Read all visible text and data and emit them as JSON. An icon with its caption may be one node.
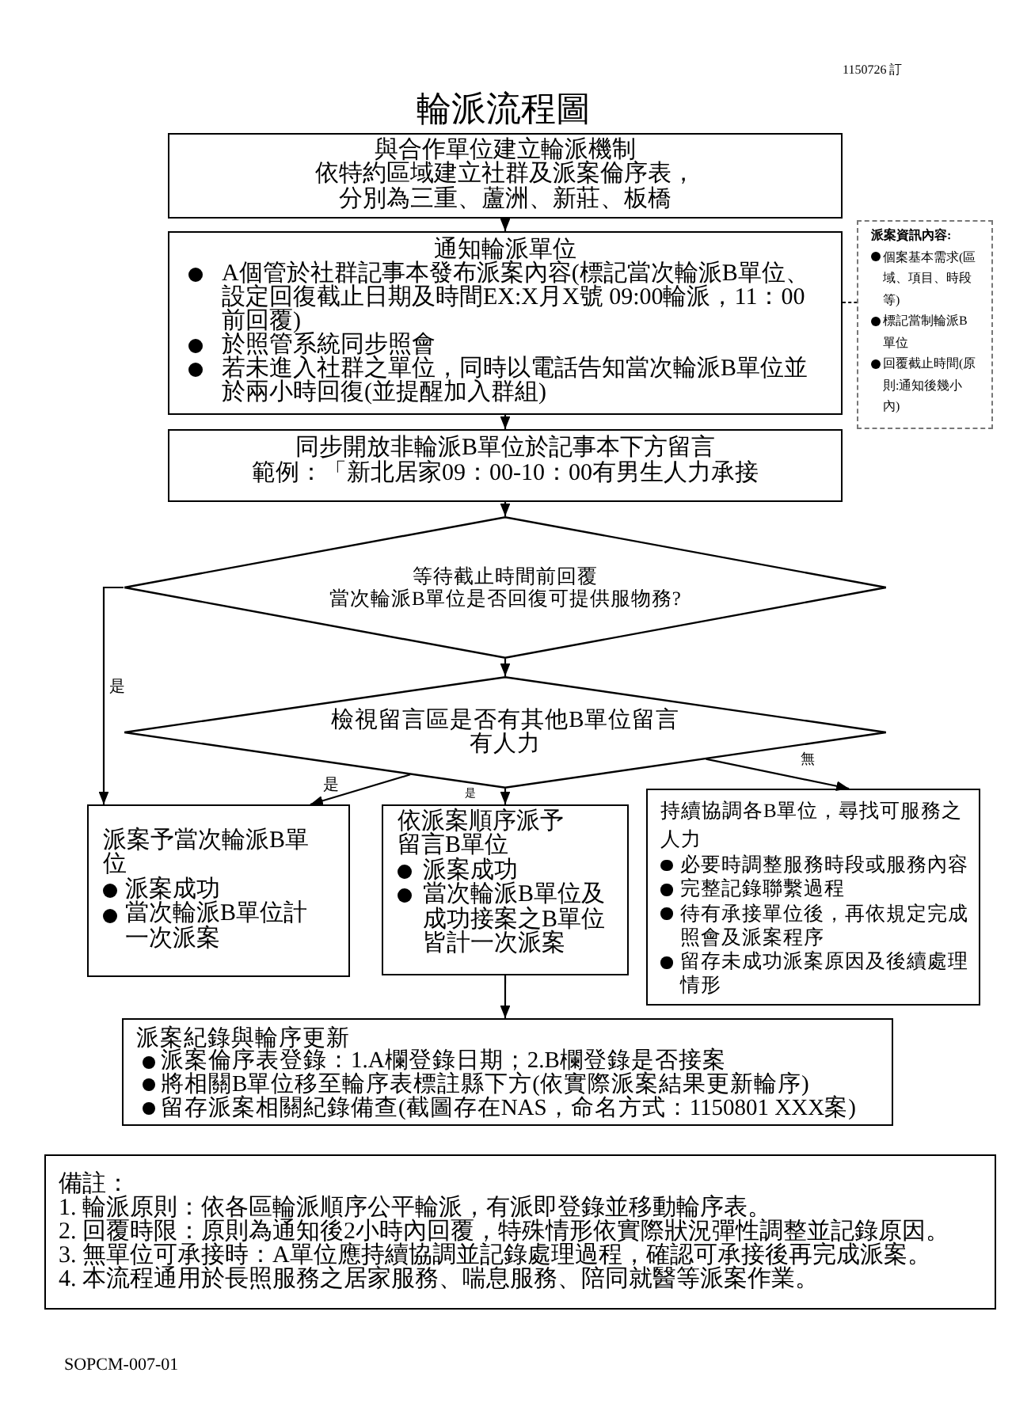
{
  "diagram": {
    "title": "輪派流程圖",
    "nodes": [
      {
        "text": [
          "與合作單位建立輪派機制",
          "依特約區域建立社群及派案倫序表，分別為三重、蘆洲、新莊、板橋"
        ]
      },
      {
        "text": [
          "通知輪派單位",
          "A個管於社群記事本發布派案內容(標記當次輪派B單位、設定回復截止日期及時間EX:X月X號 09:00輪派，11：00前回覆)",
          "於照管系統同步照會",
          "若未進入社群之單位，同時以電話告知當次輪派B單位並於兩小時回復(並提醒加入群組)"
        ]
      },
      {
        "text": [
          "派案資訊內容:",
          "個案基本需求(區域、項目、時段等)",
          "標記當制輪派B單位",
          "回覆截止時間(原則:通知後幾小內)"
        ]
      },
      {
        "text": [
          "同步開放非輪派B單位於記事本下方留言",
          "範例：「新北居家09：00-10：00有男生人力承接"
        ]
      },
      {
        "text": [
          "等待截止時間前回覆",
          "當次輪派B單位是否回復可提供服物務?"
        ]
      },
      {
        "text": [
          "檢視留言區是否有其他B單位留言有人力"
        ]
      },
      {
        "text": [
          "派案予當次輪派B單位",
          "派案成功",
          "當次輪派B單位計一次派案"
        ]
      },
      {
        "text": [
          "依派案順序派予留言B單位",
          "派案成功",
          "當次輪派B單位及成功接案之B單位皆計一次派案"
        ]
      },
      {
        "text": [
          "持續協調各B單位，尋找可服務之人力",
          "必要時調整服務時段或服務內容",
          "完整記錄聯繫過程",
          "待有承接單位後，再依規定完成照會及派案程序",
          "留存未成功派案原因及後續處理情形"
        ]
      },
      {
        "text": [
          "派案紀錄與輪序更新",
          "派案倫序表登錄：1.A欄登錄日期；2.B欄登錄是否接案",
          "將相關B單位移至輪序表標註縣下方(依實際派案結果更新輪序)",
          "留存派案相關紀錄備查(截圖存在NAS，命名方式：1150801 XXX案)"
        ]
      },
      {
        "text": [
          "備註：",
          "1. 輪派原則：依各區輪派順序公平輪派，有派即登錄並移動輪序表。",
          "2. 回覆時限：原則為通知後2小時內回覆，特殊情形依實際狀況彈性調整並記錄原因。",
          "3. 無單位可承接時：A單位應持續協調並記錄處理過程，確認可承接後再完成派案。",
          "4. 本流程通用於長照服務之居家服務、喘息服務、陪同就醫等派案作業。"
        ]
      }
    ],
    "edges": [
      {
        "from": 0,
        "to": 1,
        "arrow": "to"
      },
      {
        "from": 1,
        "to": 2,
        "arrow": "none",
        "style": "dashed"
      },
      {
        "from": 1,
        "to": 3,
        "arrow": "to"
      },
      {
        "from": 3,
        "to": 4,
        "arrow": "to"
      },
      {
        "from": 4,
        "to": 5,
        "arrow": "to"
      },
      {
        "from": 4,
        "to": 6,
        "arrow": "to",
        "label": "是"
      },
      {
        "from": 5,
        "to": 6,
        "arrow": "to",
        "label": "是"
      },
      {
        "from": 5,
        "to": 7,
        "arrow": "to",
        "label": "是"
      },
      {
        "from": 5,
        "to": 8,
        "arrow": "to",
        "label": "無"
      },
      {
        "from": 7,
        "to": 9,
        "arrow": "to"
      }
    ],
    "labels": [
      "1150726 訂",
      "SOPCM-007-01"
    ]
  }
}
